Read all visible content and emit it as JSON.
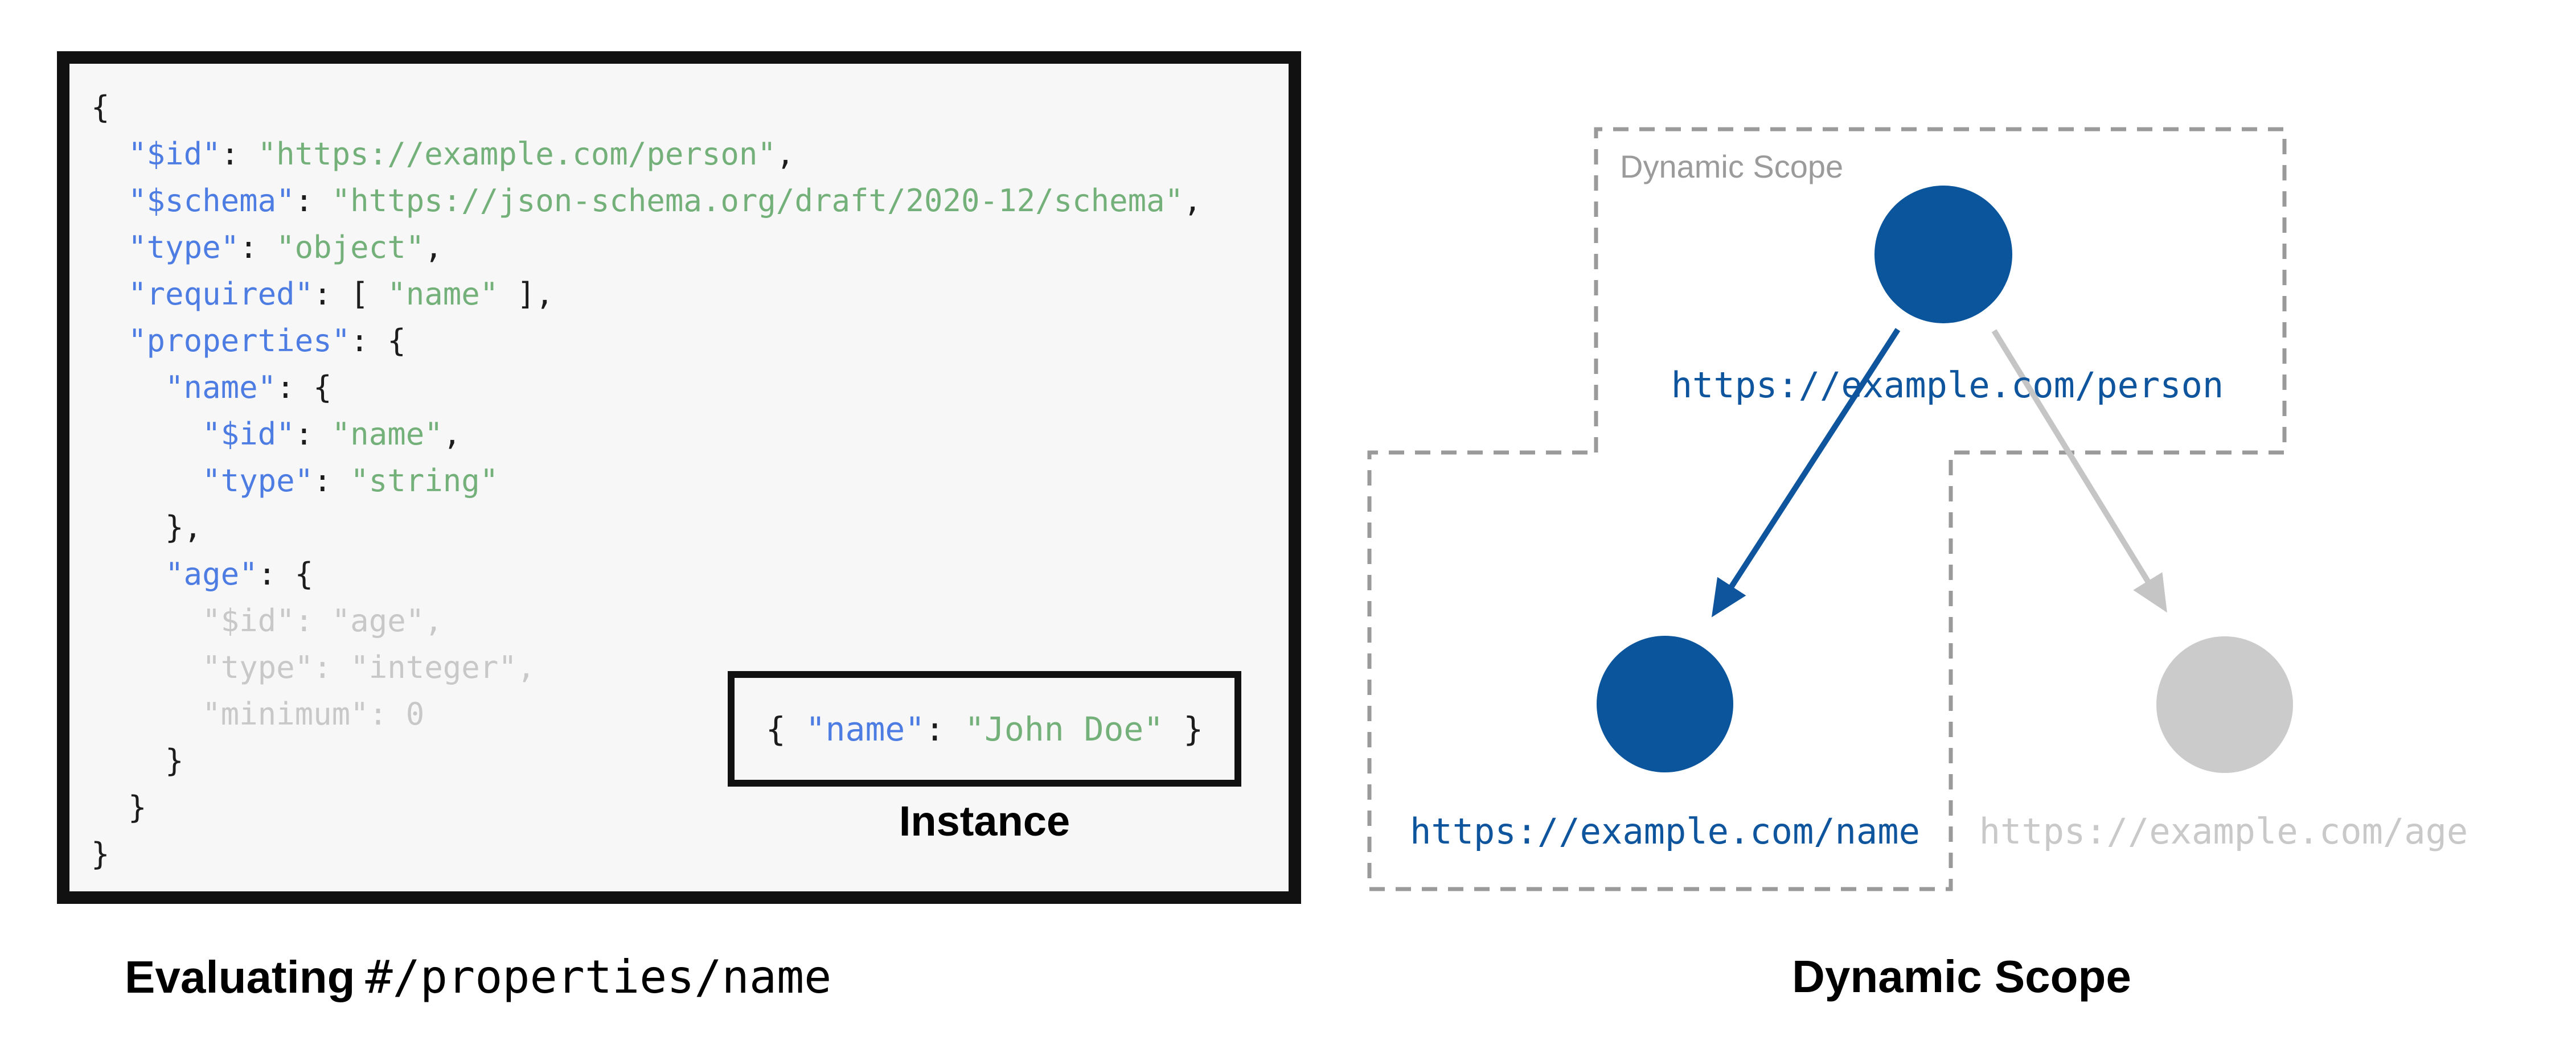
{
  "colors": {
    "page_bg": "#ffffff",
    "panel_bg": "#f7f7f7",
    "panel_border": "#111111",
    "key_blue": "#4d7ce2",
    "string_green": "#74b079",
    "punct": "#1c1c1c",
    "dim": "#c8c8c8",
    "node_blue": "#0b559c",
    "node_gray": "#cbcbcb",
    "url_blue": "#0e559e",
    "url_gray": "#c9c9c9",
    "arrow_blue": "#0e559e",
    "arrow_gray": "#c5c5c5",
    "dash_gray": "#9a9a9a",
    "scope_label": "#9b9b9b",
    "caption": "#000000"
  },
  "schema_panel": {
    "code_lines": [
      {
        "dim": false,
        "tokens": [
          [
            "p",
            "{"
          ]
        ]
      },
      {
        "dim": false,
        "tokens": [
          [
            "p",
            "  "
          ],
          [
            "k",
            "\"$id\""
          ],
          [
            "p",
            ": "
          ],
          [
            "s",
            "\"https://example.com/person\""
          ],
          [
            "p",
            ","
          ]
        ]
      },
      {
        "dim": false,
        "tokens": [
          [
            "p",
            "  "
          ],
          [
            "k",
            "\"$schema\""
          ],
          [
            "p",
            ": "
          ],
          [
            "s",
            "\"https://json-schema.org/draft/2020-12/schema\""
          ],
          [
            "p",
            ","
          ]
        ]
      },
      {
        "dim": false,
        "tokens": [
          [
            "p",
            "  "
          ],
          [
            "k",
            "\"type\""
          ],
          [
            "p",
            ": "
          ],
          [
            "s",
            "\"object\""
          ],
          [
            "p",
            ","
          ]
        ]
      },
      {
        "dim": false,
        "tokens": [
          [
            "p",
            "  "
          ],
          [
            "k",
            "\"required\""
          ],
          [
            "p",
            ": [ "
          ],
          [
            "s",
            "\"name\""
          ],
          [
            "p",
            " ],"
          ]
        ]
      },
      {
        "dim": false,
        "tokens": [
          [
            "p",
            "  "
          ],
          [
            "k",
            "\"properties\""
          ],
          [
            "p",
            ": {"
          ]
        ]
      },
      {
        "dim": false,
        "tokens": [
          [
            "p",
            "    "
          ],
          [
            "k",
            "\"name\""
          ],
          [
            "p",
            ": {"
          ]
        ]
      },
      {
        "dim": false,
        "tokens": [
          [
            "p",
            "      "
          ],
          [
            "k",
            "\"$id\""
          ],
          [
            "p",
            ": "
          ],
          [
            "s",
            "\"name\""
          ],
          [
            "p",
            ","
          ]
        ]
      },
      {
        "dim": false,
        "tokens": [
          [
            "p",
            "      "
          ],
          [
            "k",
            "\"type\""
          ],
          [
            "p",
            ": "
          ],
          [
            "s",
            "\"string\""
          ]
        ]
      },
      {
        "dim": false,
        "tokens": [
          [
            "p",
            "    },"
          ]
        ]
      },
      {
        "dim": false,
        "tokens": [
          [
            "p",
            "    "
          ],
          [
            "k",
            "\"age\""
          ],
          [
            "p",
            ": {"
          ]
        ]
      },
      {
        "dim": true,
        "tokens": [
          [
            "p",
            "      "
          ],
          [
            "k",
            "\"$id\""
          ],
          [
            "p",
            ": "
          ],
          [
            "s",
            "\"age\""
          ],
          [
            "p",
            ","
          ]
        ]
      },
      {
        "dim": true,
        "tokens": [
          [
            "p",
            "      "
          ],
          [
            "k",
            "\"type\""
          ],
          [
            "p",
            ": "
          ],
          [
            "s",
            "\"integer\""
          ],
          [
            "p",
            ","
          ]
        ]
      },
      {
        "dim": true,
        "tokens": [
          [
            "p",
            "      "
          ],
          [
            "k",
            "\"minimum\""
          ],
          [
            "p",
            ": "
          ],
          [
            "n",
            "0"
          ]
        ]
      },
      {
        "dim": false,
        "tokens": [
          [
            "p",
            "    }"
          ]
        ]
      },
      {
        "dim": false,
        "tokens": [
          [
            "p",
            "  }"
          ]
        ]
      },
      {
        "dim": false,
        "tokens": [
          [
            "p",
            "}"
          ]
        ]
      }
    ],
    "instance": {
      "tokens": [
        [
          "p",
          "{ "
        ],
        [
          "k",
          "\"name\""
        ],
        [
          "p",
          ": "
        ],
        [
          "s",
          "\"John Doe\""
        ],
        [
          "p",
          " }"
        ]
      ],
      "label": "Instance"
    },
    "caption": {
      "bold": "Evaluating",
      "mono": "#/properties/name"
    }
  },
  "diagram": {
    "scope_label": "Dynamic Scope",
    "caption": "Dynamic Scope",
    "nodes": {
      "person": {
        "url": "https://example.com/person",
        "state": "in-scope"
      },
      "name": {
        "url": "https://example.com/name",
        "state": "in-scope"
      },
      "age": {
        "url": "https://example.com/age",
        "state": "out-of-scope"
      }
    }
  }
}
